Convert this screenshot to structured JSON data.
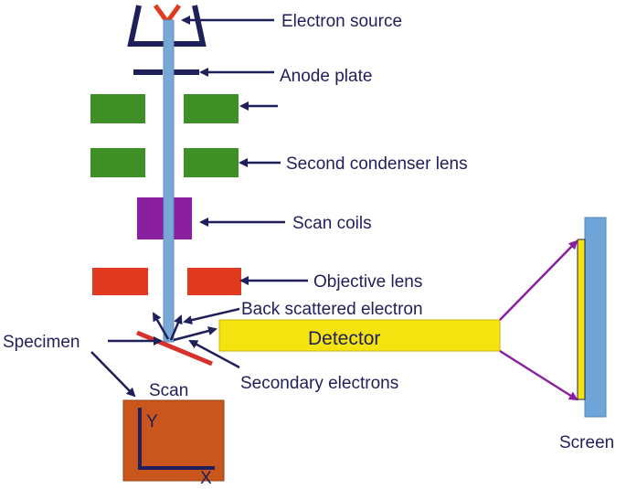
{
  "labels": {
    "electron_source": "Electron source",
    "anode_plate": "Anode plate",
    "first_condenser": "",
    "second_condenser": "Second condenser lens",
    "scan_coils": "Scan coils",
    "objective_lens": "Objective lens",
    "back_scattered": "Back scattered electron",
    "specimen": "Specimen",
    "secondary_electrons": "Secondary electrons",
    "detector": "Detector",
    "scan": "Scan",
    "screen": "Screen",
    "axis_y": "Y",
    "axis_x": "X"
  },
  "colors": {
    "column_frame": "#1f1f5a",
    "electron_beam": "#7aa8d6",
    "condenser_lens": "#3e8f26",
    "scan_coils": "#8a1fa0",
    "objective_lens": "#e03a1e",
    "specimen": "#d8302a",
    "detector": "#f5e30f",
    "screen": "#6fa5d8",
    "screen_phosphor": "#f5e30f",
    "signal_lines": "#8a1fa0",
    "scan_box": "#c9561c",
    "arrows": "#1f1f5a"
  }
}
